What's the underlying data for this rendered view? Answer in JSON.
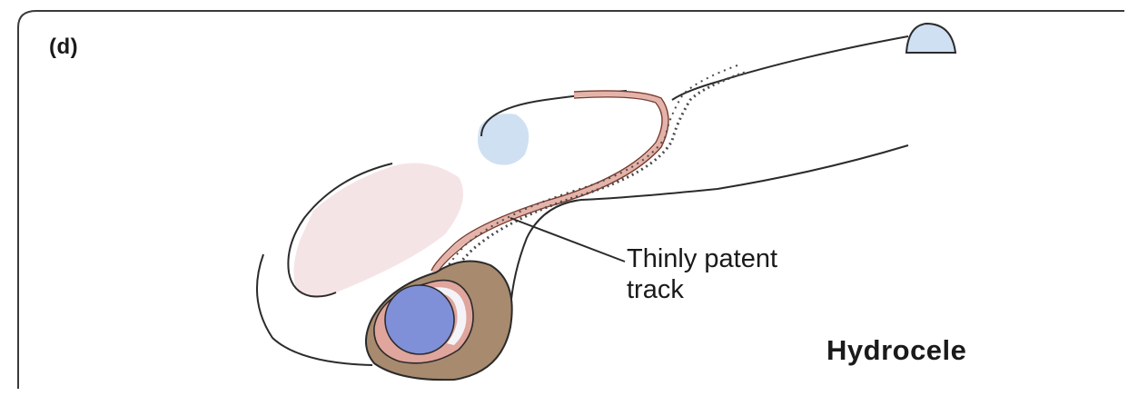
{
  "figure": {
    "panel_label": "(d)",
    "title": "Hydrocele",
    "callout": {
      "line1": "Thinly patent",
      "line2": "track"
    }
  },
  "colors": {
    "outline": "#2b2b2b",
    "peritoneum_blue": "#cfe0f2",
    "penis_pink": "#f5e4e6",
    "tunica_brown": "#a88a6e",
    "tunica_pink": "#e0a59c",
    "testis_blue": "#7f8fd8",
    "track_pink": "#e4b3aa",
    "dotted_track": "#4a4a4a"
  }
}
